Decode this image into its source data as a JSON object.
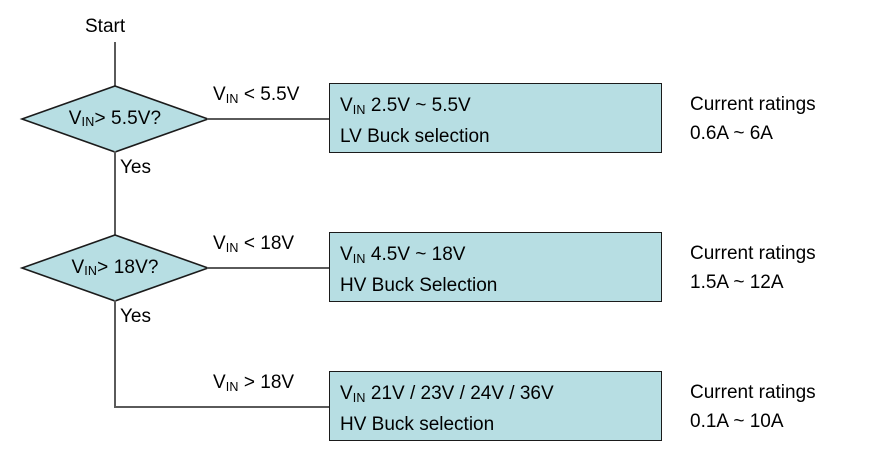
{
  "diagram": {
    "type": "flowchart",
    "title_label": "Start",
    "fill_color": "#b7dee3",
    "line_color": "#5a5a5a",
    "border_color": "#1b1b1b",
    "text_color": "#000000"
  },
  "start": {
    "label": "Start"
  },
  "decisions": [
    {
      "id": "vin-gt-5p5",
      "prefix": "V",
      "subscript": "IN",
      "condition": " > 5.5V?",
      "yes_label": "Yes",
      "no_branch_label_prefix": "V",
      "no_branch_label_sub": "IN",
      "no_branch_label_rest": " < 5.5V"
    },
    {
      "id": "vin-gt-18",
      "prefix": "V",
      "subscript": "IN",
      "condition": " > 18V?",
      "yes_label": "Yes",
      "no_branch_label_prefix": "V",
      "no_branch_label_sub": "IN",
      "no_branch_label_rest": " < 18V"
    }
  ],
  "final_branch": {
    "label_prefix": "V",
    "label_sub": "IN",
    "label_rest": " > 18V"
  },
  "results": [
    {
      "id": "lv-buck",
      "line1_prefix": "V",
      "line1_sub": "IN",
      "line1_rest": "  2.5V ~ 5.5V",
      "line2": "LV Buck selection",
      "rating_title": "Current ratings",
      "rating_value": "0.6A ~ 6A"
    },
    {
      "id": "hv-buck-18",
      "line1_prefix": "V",
      "line1_sub": "IN",
      "line1_rest": "  4.5V ~ 18V",
      "line2": "HV Buck Selection",
      "rating_title": "Current ratings",
      "rating_value": "1.5A ~ 12A"
    },
    {
      "id": "hv-buck-fixed",
      "line1_prefix": "V",
      "line1_sub": "IN",
      "line1_rest": "  21V / 23V / 24V / 36V",
      "line2": "HV Buck selection",
      "rating_title": "Current ratings",
      "rating_value": "0.1A ~ 10A"
    }
  ]
}
